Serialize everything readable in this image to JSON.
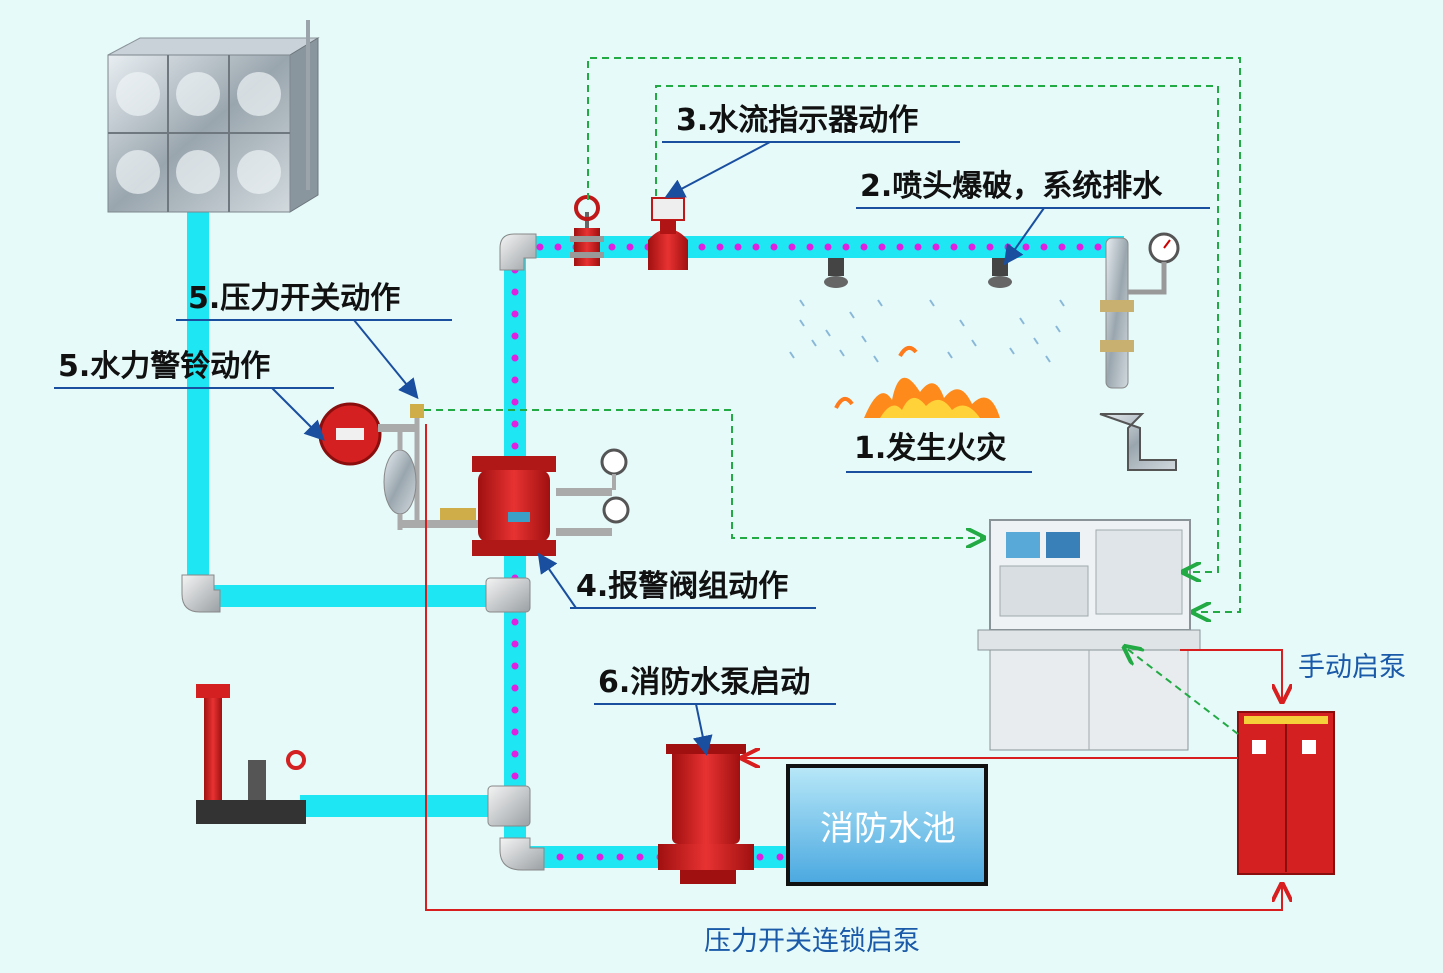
{
  "steps": {
    "fire": "1.发生火灾",
    "sprinkler": "2.喷头爆破，系统排水",
    "flow_indicator": "3.水流指示器动作",
    "alarm_valve": "4.报警阀组动作",
    "pressure_switch": "5.压力开关动作",
    "water_bell": "5.水力警铃动作",
    "pump": "6.消防水泵启动"
  },
  "labels": {
    "pool": "消防水池",
    "manual_start": "手动启泵",
    "interlock_start": "压力开关连锁启泵"
  },
  "colors": {
    "pipe": "#1ee6f2",
    "flow_dots": "#e020e0",
    "signal_dashed": "#22aa44",
    "control_line": "#d81e1e",
    "equipment_red": "#d42020",
    "callout_arrow": "#1a4fa0",
    "label_underline": "#1a4fa0"
  },
  "icons": [
    "water-tank-icon",
    "gate-valve-icon",
    "flow-indicator-icon",
    "sprinkler-head-icon",
    "pressure-gauge-icon",
    "test-drain-icon",
    "flame-icon",
    "water-motor-alarm-bell-icon",
    "pressure-switch-icon",
    "retarding-chamber-icon",
    "alarm-valve-icon",
    "control-cabinet-icon",
    "pump-control-panel-icon",
    "fire-pump-icon",
    "pump-adapter-icon"
  ]
}
